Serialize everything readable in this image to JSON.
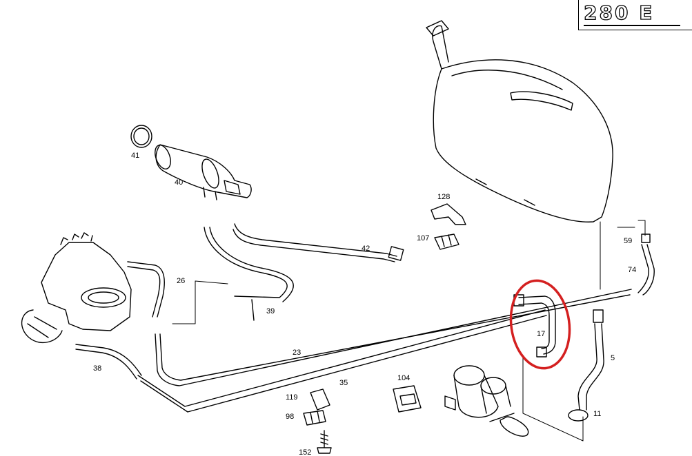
{
  "model_badge": "280 E",
  "callouts": {
    "p41": "41",
    "p40": "40",
    "p42": "42",
    "p26": "26",
    "p39": "39",
    "p38": "38",
    "p23": "23",
    "p35": "35",
    "p119": "119",
    "p98": "98",
    "p152": "152",
    "p104": "104",
    "p128": "128",
    "p107": "107",
    "p59": "59",
    "p74": "74",
    "p17": "17",
    "p5": "5",
    "p11": "11"
  },
  "highlight": {
    "part": "17",
    "color": "#d42020"
  }
}
